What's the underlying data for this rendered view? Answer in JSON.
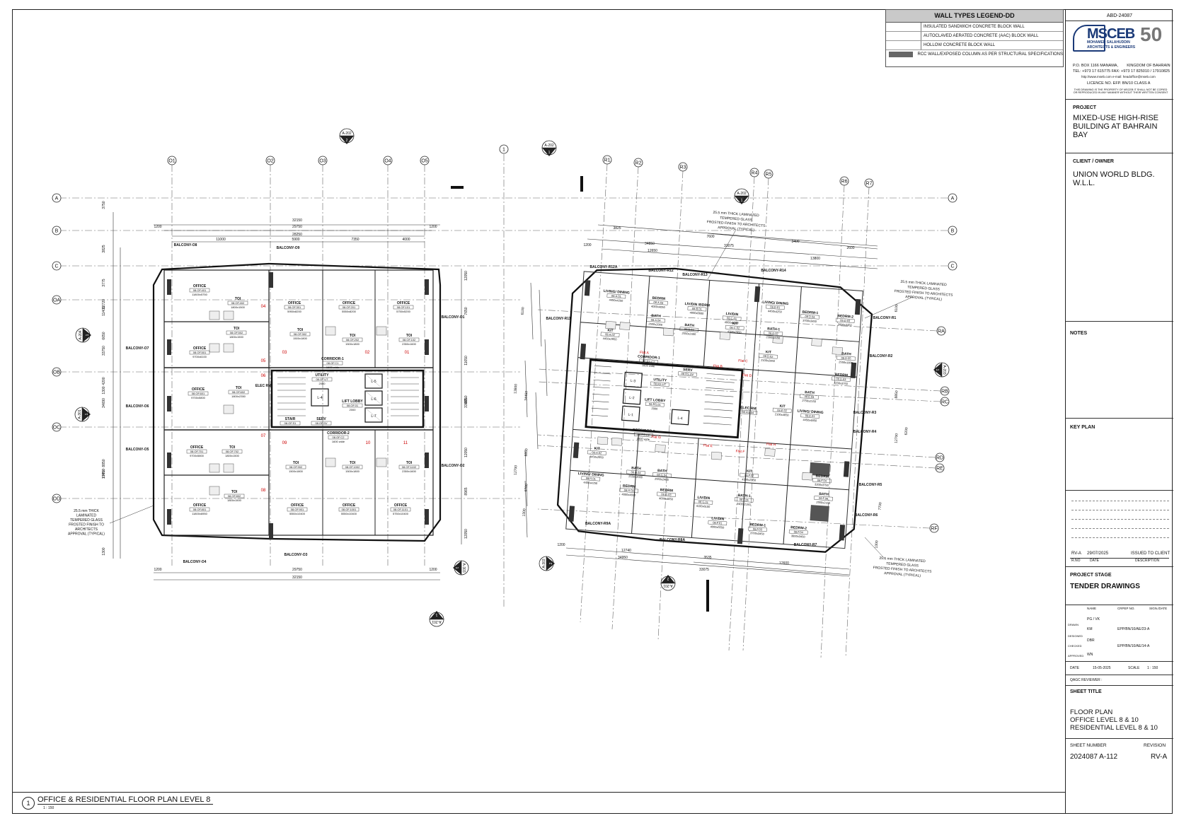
{
  "legend": {
    "title": "WALL TYPES LEGEND-DD",
    "items": [
      "INSULATED SANDWICH CONCRETE BLOCK WALL",
      "AUTOCLAVED AERATED CONCRETE (AAC) BLOCK WALL",
      "HOLLOW CONCRETE BLOCK WALL",
      "RCC WALL/EXPOSED COLUMN AS PER STRUCTURAL SPECIFICATIONS"
    ]
  },
  "titleblock": {
    "job_no": "ABD-24087",
    "company": "MSCEB",
    "company_sub1": "MOHAMED SALAHUDDIN",
    "company_sub2": "ARCHITECTS & ENGINEERS",
    "anniv": "50",
    "address": "P.O. BOX 1166 MANAMA,        KINGDOM OF BAHRAIN",
    "tel": "TEL: +973 17 615775  FAX: +973 17 825010 / 17910825",
    "web": "http://www.mseb.com   e-mail: headoffice@mseb.com",
    "licence": "LICENCE NO. EFP. BN/10  CLASS A",
    "disclaimer": "THIS DRAWING IS THE PROPERTY OF MSCEB IT SHALL NOT BE COPIED OR REPRODUCED IN ANY MANNER WITHOUT THEIR WRITTEN CONSENT",
    "project_label": "PROJECT",
    "project": [
      "MIXED-USE HIGH-RISE",
      "BUILDING AT BAHRAIN BAY"
    ],
    "client_label": "CLIENT / OWNER",
    "client": "UNION WORLD BLDG. W.L.L.",
    "notes_label": "NOTES",
    "keyplan_label": "KEY PLAN",
    "revision_row": {
      "rev": "RV-A",
      "date": "29/07/2025",
      "desc": "ISSUED TO CLIENT"
    },
    "rev_headers": [
      "R.NO",
      "DATE",
      "DESCRIPTION"
    ],
    "stage_label": "PROJECT STAGE",
    "stage": "TENDER DRAWINGS",
    "sig_headers": [
      "NAME",
      "CRPEP NO.",
      "SIGN./DATE"
    ],
    "sig_rows": [
      {
        "role": "DRAWN",
        "name": "PG / VK",
        "no": ""
      },
      {
        "role": "",
        "name": "KM",
        "no": "EPP/BN/10/AE/23-A"
      },
      {
        "role": "DESIGNED",
        "name": "DBR",
        "no": ""
      },
      {
        "role": "CHECKED",
        "name": "",
        "no": "EPP/BN/10/AE/14-A"
      },
      {
        "role": "APPROVED",
        "name": "WN",
        "no": ""
      }
    ],
    "date_label": "DATE",
    "date": "15-05-2025",
    "scale_label": "SCALE",
    "scale": "1 : 150",
    "qagc": "QAGC REVIEWER :",
    "sheet_title_label": "SHEET TITLE",
    "sheet_title": [
      "FLOOR PLAN",
      "OFFICE LEVEL 8 & 10",
      "RESIDENTIAL LEVEL 8 & 10"
    ],
    "sheet_no_label": "SHEET NUMBER",
    "sheet_no": "2024087 A-112",
    "revision_label": "REVISION",
    "revision": "RV-A"
  },
  "drawing_title": {
    "num": "1",
    "title": "OFFICE & RESIDENTIAL FLOOR PLAN LEVEL 8",
    "scale": "1 : 150"
  },
  "office_plan": {
    "grid_cols": [
      "O1",
      "O2",
      "O3",
      "O4",
      "O5"
    ],
    "grid_rows": [
      "A",
      "B",
      "C",
      "OA",
      "OB",
      "OC",
      "OD"
    ],
    "dims_top": [
      "32150",
      "29750",
      "28250",
      "1200",
      "1200",
      "11000",
      "5900",
      "7350",
      "4000"
    ],
    "dims_bottom": [
      "1200",
      "29750",
      "1200",
      "32150"
    ],
    "sections": [
      "A-202",
      "A-204",
      "A-301",
      "A-303",
      "A-201"
    ],
    "rooms": [
      {
        "name": "OFFICE",
        "tag": "08.OF.401",
        "size": "11800x5750"
      },
      {
        "name": "TOI",
        "tag": "08.OF.402",
        "size": "1800x1500"
      },
      {
        "name": "OFFICE",
        "tag": "08.OF.301",
        "size": "5950x8200"
      },
      {
        "name": "OFFICE",
        "tag": "08.OF.201",
        "size": "5550x8200"
      },
      {
        "name": "OFFICE",
        "tag": "08.OF.101",
        "size": "5750x5200"
      },
      {
        "name": "OFFICE",
        "tag": "08.OF.501",
        "size": "9700x6100"
      },
      {
        "name": "TOI",
        "tag": "08.OF.502",
        "size": "1800x1500"
      },
      {
        "name": "TOI",
        "tag": "08.OF.302",
        "size": "1500x1800"
      },
      {
        "name": "TOI",
        "tag": "08.OF.202",
        "size": "1500x1800"
      },
      {
        "name": "TOI",
        "tag": "08.OF.102",
        "size": "2350x1600"
      },
      {
        "name": "CORRIDOR-1",
        "tag": "08.OF.C1",
        "size": "1600 wide"
      },
      {
        "name": "OFFICE",
        "tag": "08.OF.601",
        "size": "9700x5800"
      },
      {
        "name": "TOI",
        "tag": "08.OF.602",
        "size": "1800x2350"
      },
      {
        "name": "ELEC RM",
        "tag": "",
        "size": ""
      },
      {
        "name": "UTILITY",
        "tag": "08.OF.UT",
        "size": "2000"
      },
      {
        "name": "LIFT LOBBY",
        "tag": "08.OF.01",
        "size": "2000"
      },
      {
        "name": "SERV",
        "tag": "08.OF.SV",
        "size": ""
      },
      {
        "name": "STAIR",
        "tag": "08.OF.S1",
        "size": ""
      },
      {
        "name": "CORRIDOR-2",
        "tag": "08.OF.C2",
        "size": "1600 wide"
      },
      {
        "name": "OFFICE",
        "tag": "08.OF.701",
        "size": "9700x5800"
      },
      {
        "name": "TOI",
        "tag": "08.OF.702",
        "size": "1800x1500"
      },
      {
        "name": "TOI",
        "tag": "08.OF.902",
        "size": "1500x1800"
      },
      {
        "name": "TOI",
        "tag": "08.OF.1002",
        "size": "1500x1800"
      },
      {
        "name": "TOI",
        "tag": "08.OF.1102",
        "size": "2350x1600"
      },
      {
        "name": "OFFICE",
        "tag": "08.OF.801",
        "size": "11800x6950"
      },
      {
        "name": "TOI",
        "tag": "08.OF.802",
        "size": "1800x1500"
      },
      {
        "name": "OFFICE",
        "tag": "08.OF.901",
        "size": "5550x10400"
      },
      {
        "name": "OFFICE",
        "tag": "08.OF.1001",
        "size": "5550x10400"
      },
      {
        "name": "OFFICE",
        "tag": "08.OF.1101",
        "size": "5750x10400"
      }
    ],
    "balconies": [
      "BALCONY-O8",
      "BALCONY-O9",
      "BALCONY-O1",
      "BALCONY-O7",
      "BALCONY-O6",
      "BALCONY-O5",
      "BALCONY-O2",
      "BALCONY-O4",
      "BALCONY-O3"
    ],
    "lifts": [
      "L-5",
      "L-4",
      "L-6",
      "L-7"
    ],
    "note": "25.5 mm THICK LAMINATED TEMPERED GLASS FROSTED FINISH TO ARCHITECTS APPROVAL (TYPICAL)"
  },
  "residential_plan": {
    "grid_cols": [
      "R1",
      "R2",
      "R3",
      "R4",
      "R5",
      "R6",
      "R7"
    ],
    "grid_rows": [
      "RA",
      "RB",
      "RC",
      "RD",
      "RE",
      "RF"
    ],
    "dims_top": [
      "34850",
      "33075",
      "13800",
      "12650",
      "7600",
      "3825",
      "3400",
      "2600",
      "1200"
    ],
    "dims_bottom": [
      "12740",
      "34950",
      "33075",
      "12600",
      "3535",
      "1200"
    ],
    "sections": [
      "A-202",
      "A-203",
      "A-303",
      "A-201"
    ],
    "rooms": [
      {
        "name": "LIVING/ DINING",
        "tag": "08.A.01",
        "size": "4450x4250"
      },
      {
        "name": "BEDRM",
        "tag": "08.A.03",
        "size": "4000x4050"
      },
      {
        "name": "LIV/DIN /BDRM",
        "tag": "08.B.01",
        "size": "4000x6600"
      },
      {
        "name": "LIV/DIN",
        "tag": "08.C.01",
        "size": "4000x5200"
      },
      {
        "name": "LIVING/ DINING",
        "tag": "08.D.01",
        "size": "4450x4250"
      },
      {
        "name": "BEDRM-1",
        "tag": "08.D.04",
        "size": "3700x3450"
      },
      {
        "name": "BEDRM-2",
        "tag": "08.D.03",
        "size": "3800x3450"
      },
      {
        "name": "KIT",
        "tag": "08.A.02",
        "size": "4450x2950"
      },
      {
        "name": "BATH",
        "tag": "08.A.04",
        "size": "2550x2000"
      },
      {
        "name": "BATH",
        "tag": "08.B.04",
        "size": "2550x2400"
      },
      {
        "name": "KIT",
        "tag": "08.C.02",
        "size": "4300x2950"
      },
      {
        "name": "BATH-1",
        "tag": "08.D.02",
        "size": "2300x2150"
      },
      {
        "name": "BATH",
        "tag": "08.D.05",
        "size": "2550x1800"
      },
      {
        "name": "KIT",
        "tag": "08.D.02",
        "size": "2100x2950"
      },
      {
        "name": "BEDRM",
        "tag": "08.D.03",
        "size": "3200x3750"
      },
      {
        "name": "CORRIDOR-1",
        "tag": "08.RS.C1",
        "size": "1800 wide"
      },
      {
        "name": "SERV",
        "tag": "08.RS.SV",
        "size": ""
      },
      {
        "name": "UTILITY",
        "tag": "08.RS.UT",
        "size": ""
      },
      {
        "name": "LIFT LOBBY",
        "tag": "08.RS.01",
        "size": "2000"
      },
      {
        "name": "ELEC RM",
        "tag": "08.RS.04",
        "size": ""
      },
      {
        "name": "CORRIDOR-2",
        "tag": "08.RS.C2",
        "size": "1600 wide"
      },
      {
        "name": "KIT",
        "tag": "08.E.02",
        "size": "2100x4650"
      },
      {
        "name": "BATH",
        "tag": "08.E.04",
        "size": "2750x2150"
      },
      {
        "name": "LIVING/ DINING",
        "tag": "08.E.01",
        "size": "4450x4850"
      },
      {
        "name": "LIVING/ DINING",
        "tag": "08.H.01",
        "size": "4450x4250"
      },
      {
        "name": "KIT",
        "tag": "08.H.02",
        "size": "4450x2950"
      },
      {
        "name": "BATH",
        "tag": "08.H.04",
        "size": "2550x2000"
      },
      {
        "name": "BEDRM",
        "tag": "08.H.03",
        "size": "4000x4650"
      },
      {
        "name": "BATH",
        "tag": "08.G.04",
        "size": "2550x2400"
      },
      {
        "name": "BEDRM",
        "tag": "08.G.03",
        "size": "4000x4650"
      },
      {
        "name": "LIV/DIN",
        "tag": "08.G.01",
        "size": "4100x6100"
      },
      {
        "name": "KIT",
        "tag": "08.F.02",
        "size": "4300x2950"
      },
      {
        "name": "BATH-1",
        "tag": "08.F.05",
        "size": "2400x2150"
      },
      {
        "name": "BEDRM",
        "tag": "08.F.04",
        "size": "3200x3750"
      },
      {
        "name": "BATH",
        "tag": "08.F.06",
        "size": "2550x2150"
      },
      {
        "name": "BEDRM-1",
        "tag": "08.F.03",
        "size": "3700x3450"
      },
      {
        "name": "LIV/DIN",
        "tag": "08.F.01",
        "size": "4000x5550"
      },
      {
        "name": "BEDRM-2",
        "tag": "08.F.04",
        "size": "3800x3450"
      }
    ],
    "balconies": [
      "BALCONY-R12A",
      "BALCONY-R12",
      "BALCONY-R13",
      "BALCONY-R14",
      "BALCONY-R11",
      "BALCONY-R1",
      "BALCONY-R2",
      "BALCONY-R3",
      "BALCONY-R4",
      "BALCONY-R5",
      "BALCONY-R6",
      "BALCONY-R9A",
      "BALCONY-R8A",
      "BALCONY-R7"
    ],
    "lifts": [
      "L-3",
      "L-2",
      "L-1",
      "L-4"
    ],
    "notes": [
      "25.5 mm THICK LAMINATED TEMPERED GLASS FROSTED FINISH TO ARCHITECTS APPROVAL (TYPICAL)",
      "25.5 mm THICK LAMINATED TEMPERED GLASS FROSTED FINISH TO ARCHITECTS APPROVAL (TYPICAL)",
      "25.5 mm THICK LAMINATED TEMPERED GLASS FROSTED FINISH TO ARCHITECTS APPROVAL (TYPICAL)"
    ],
    "flat_labels": [
      "Flat A",
      "Flat B",
      "Flat C",
      "Flat D",
      "Flat E",
      "Flat F",
      "Flat G",
      "Flat H"
    ]
  }
}
